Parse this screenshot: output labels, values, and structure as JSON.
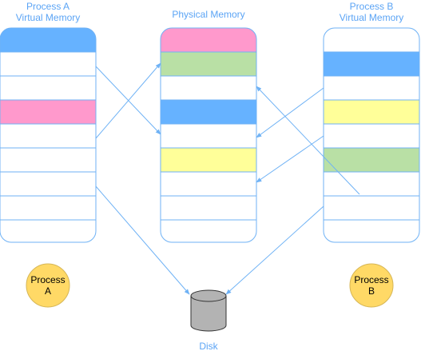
{
  "titles": {
    "process_a_line1": "Process A",
    "process_a_line2": "Virtual Memory",
    "physical": "Physical Memory",
    "process_b_line1": "Process B",
    "process_b_line2": "Virtual Memory"
  },
  "circles": {
    "a_line1": "Process",
    "a_line2": "A",
    "b_line1": "Process",
    "b_line2": "B"
  },
  "disk_label": "Disk",
  "colors": {
    "border": "#6fb2f5",
    "arrow": "#6fb2f5",
    "blue": "#66b2ff",
    "pink": "#ff99cc",
    "green": "#b9e0a5",
    "yellow": "#ffff99",
    "empty": "#ffffff",
    "circle_fill": "#ffd966",
    "circle_stroke": "#d6b656",
    "disk_fill": "#b3b3b3",
    "disk_stroke": "#333333"
  },
  "columns": {
    "process_a": [
      "blue",
      "empty",
      "empty",
      "pink",
      "empty",
      "empty",
      "empty",
      "empty"
    ],
    "physical": [
      "pink",
      "green",
      "empty",
      "blue",
      "empty",
      "yellow",
      "empty",
      "empty"
    ],
    "process_b": [
      "empty",
      "blue",
      "empty",
      "yellow",
      "empty",
      "green",
      "empty",
      "empty"
    ]
  }
}
